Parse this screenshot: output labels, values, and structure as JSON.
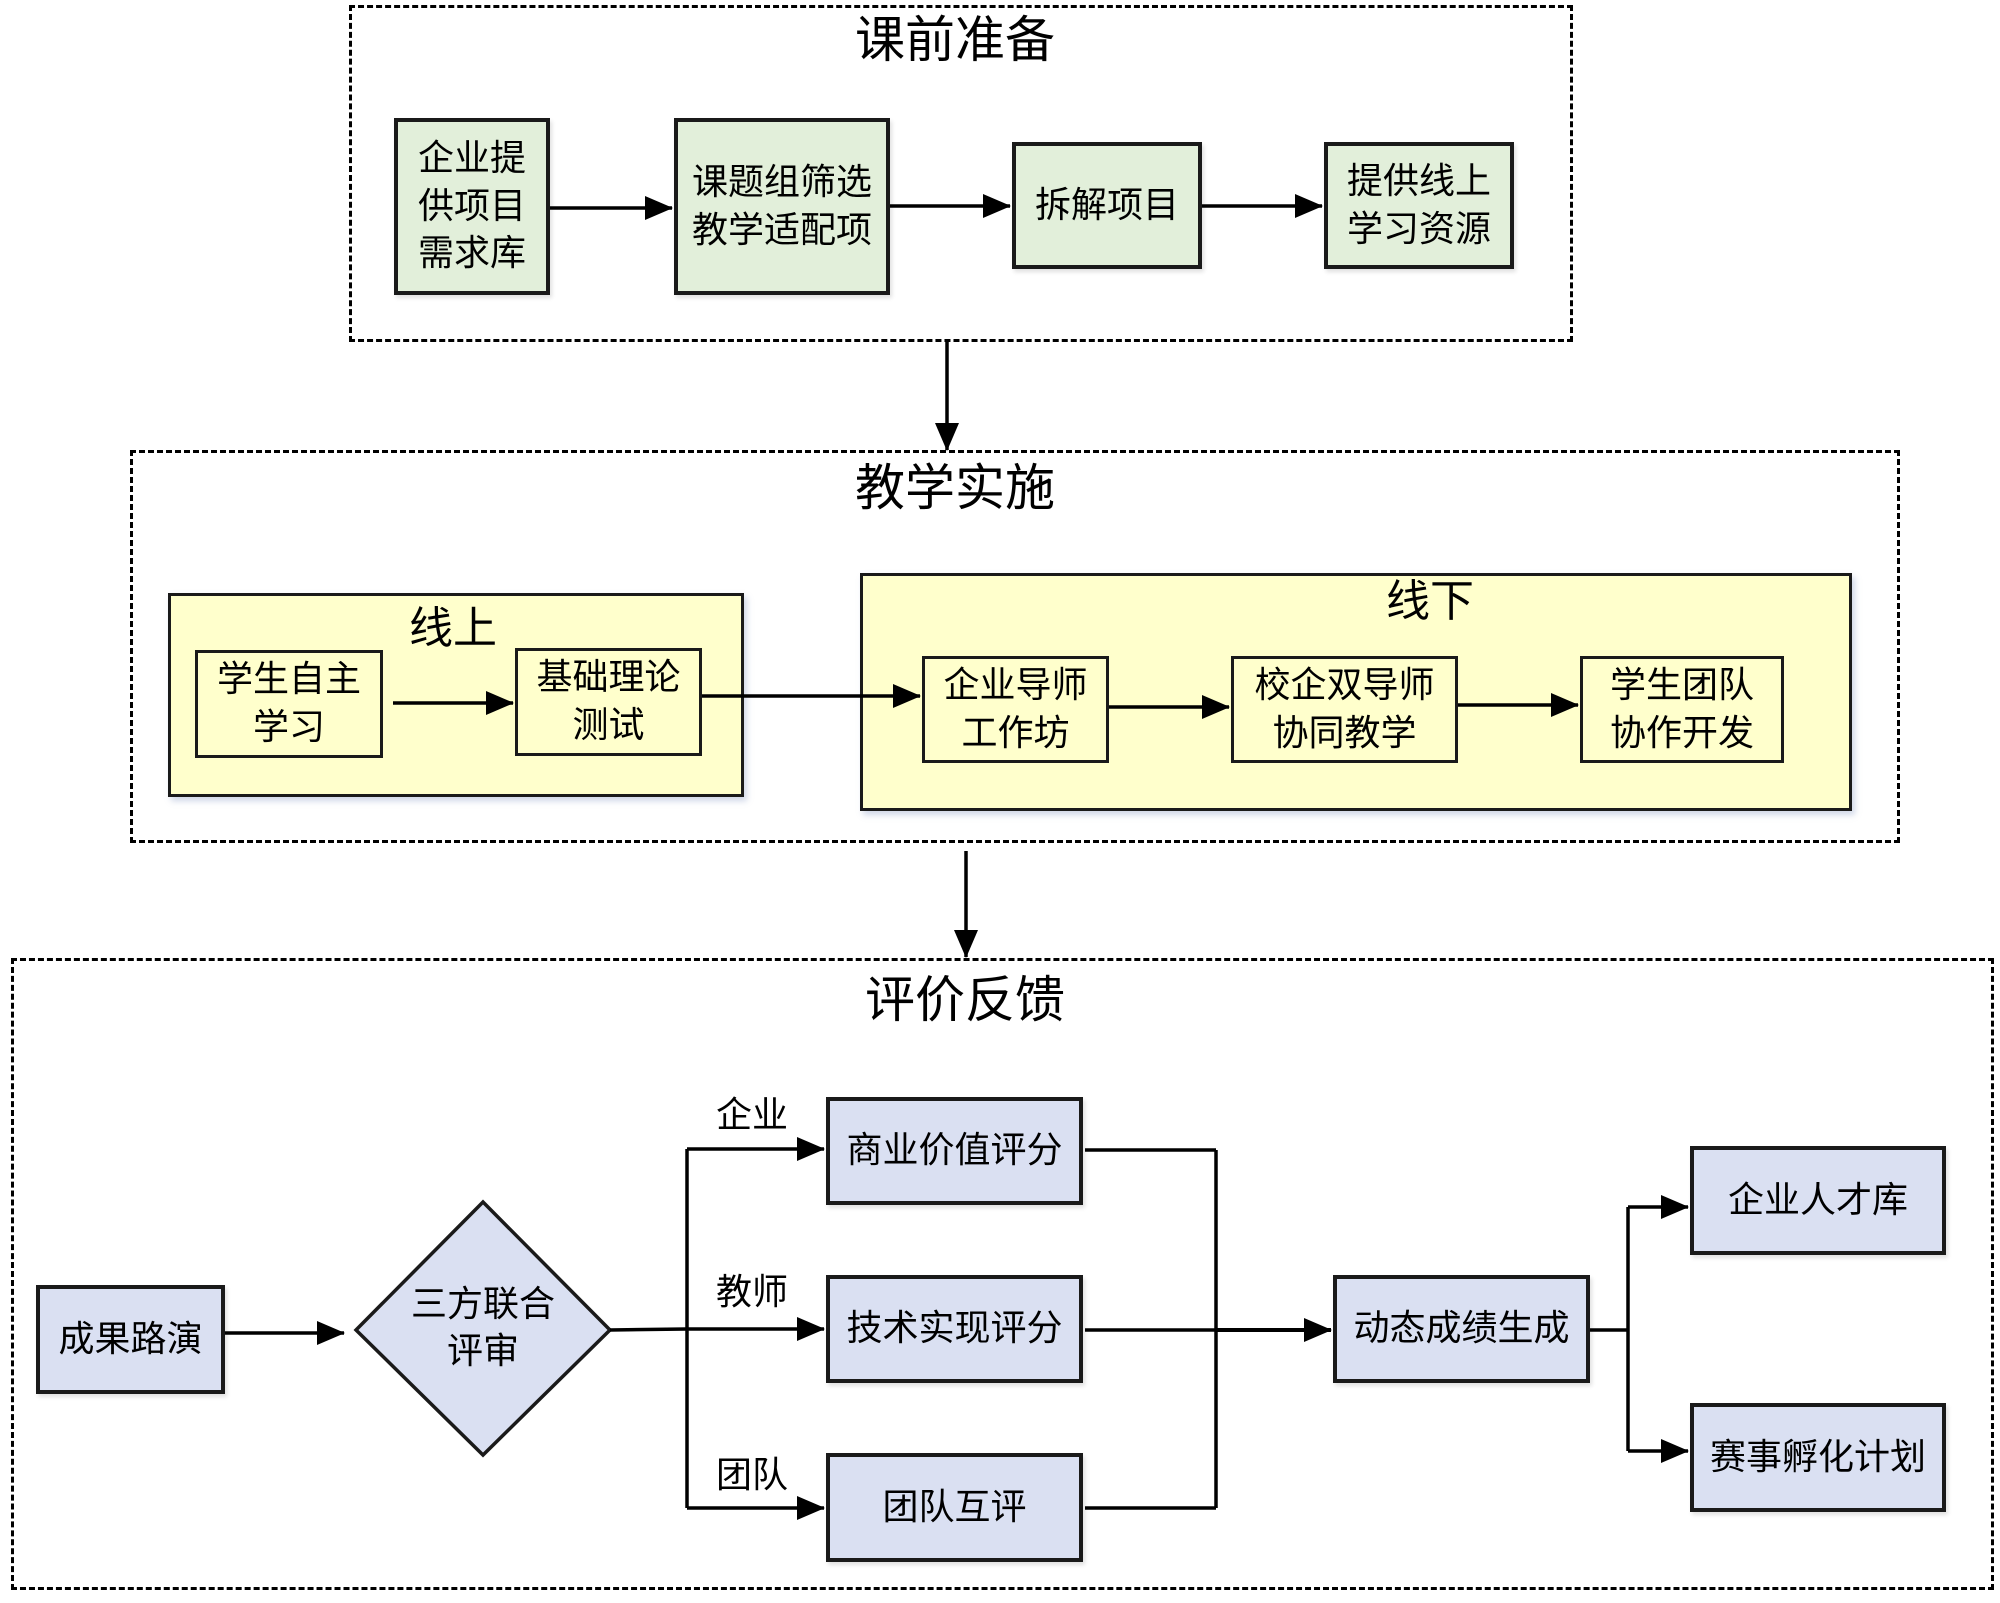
{
  "diagram": {
    "sections": [
      {
        "title": "课前准备",
        "steps": [
          "企业提\n供项目\n需求库",
          "课题组筛选\n教学适配项",
          "拆解项目",
          "提供线上\n学习资源"
        ]
      },
      {
        "title": "教学实施",
        "groups": [
          {
            "title": "线上",
            "steps": [
              "学生自主\n学习",
              "基础理论\n测试"
            ]
          },
          {
            "title": "线下",
            "steps": [
              "企业导师\n工作坊",
              "校企双导师\n协同教学",
              "学生团队\n协作开发"
            ]
          }
        ]
      },
      {
        "title": "评价反馈",
        "start": "成果路演",
        "decision": "三方联合\n评审",
        "branches": [
          {
            "label": "企业",
            "step": "商业价值评分"
          },
          {
            "label": "教师",
            "step": "技术实现评分"
          },
          {
            "label": "团队",
            "step": "团队互评"
          }
        ],
        "merge": "动态成绩生成",
        "outputs": [
          "企业人才库",
          "赛事孵化计划"
        ]
      }
    ],
    "colors": {
      "prep_fill": "#E2EFDA",
      "impl_group_fill": "#FFFFCC",
      "eval_fill": "#DAE0F2",
      "line": "#000000"
    }
  }
}
